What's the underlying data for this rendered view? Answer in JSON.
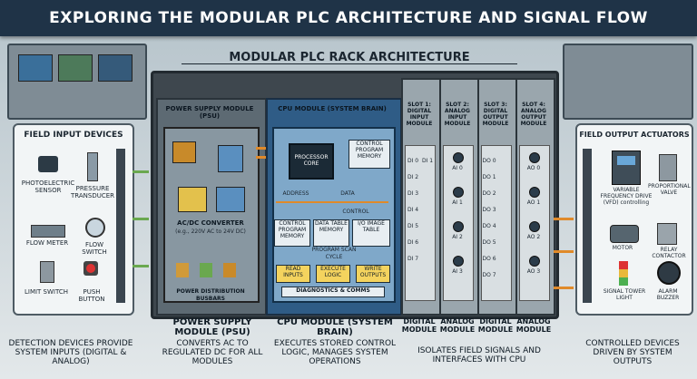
{
  "title": "EXPLORING THE MODULAR PLC ARCHITECTURE AND SIGNAL FLOW",
  "rack_title": "MODULAR PLC RACK ARCHITECTURE",
  "field_input": {
    "title": "FIELD INPUT DEVICES",
    "devices": [
      "PHOTOELECTRIC SENSOR",
      "PRESSURE TRANSDUCER",
      "FLOW METER",
      "FLOW SWITCH",
      "LIMIT SWITCH",
      "PUSH BUTTON"
    ],
    "caption": "DETECTION DEVICES PROVIDE SYSTEM INPUTS (DIGITAL & ANALOG)"
  },
  "field_output": {
    "title": "FIELD OUTPUT ACTUATORS",
    "devices": [
      "VARIABLE FREQUENCY DRIVE (VFD) controlling",
      "PROPORTIONAL VALVE",
      "MOTOR",
      "RELAY CONTACTOR",
      "SIGNAL TOWER LIGHT",
      "ALARM BUZZER"
    ],
    "caption": "CONTROLLED DEVICES DRIVEN BY SYSTEM OUTPUTS"
  },
  "psu": {
    "header": "POWER SUPPLY MODULE (PSU)",
    "converter": "AC/DC CONVERTER",
    "converter_note": "(e.g., 220V AC to 24V DC)",
    "busbar": "POWER DISTRIBUTION BUSBARS",
    "caption_title": "POWER SUPPLY MODULE (PSU)",
    "caption": "CONVERTS AC TO REGULATED DC FOR ALL MODULES"
  },
  "cpu": {
    "header": "CPU MODULE (SYSTEM BRAIN)",
    "processor": "PROCESSOR CORE",
    "memory": "CONTROL PROGRAM MEMORY",
    "address": "ADDRESS",
    "data": "DATA",
    "control": "CONTROL",
    "boxes": [
      "CONTROL PROGRAM MEMORY",
      "DATA TABLE MEMORY",
      "I/O IMAGE TABLE"
    ],
    "scan": "PROGRAM SCAN CYCLE",
    "scan_steps": [
      "READ INPUTS",
      "EXECUTE LOGIC",
      "WRITE OUTPUTS"
    ],
    "diag": "DIAGNOSTICS & COMMS",
    "caption_title": "CPU MODULE (SYSTEM BRAIN)",
    "caption": "EXECUTES STORED CONTROL LOGIC, MANAGES SYSTEM OPERATIONS"
  },
  "slots": [
    {
      "header": "SLOT 1: DIGITAL INPUT MODULE",
      "foot": "DIGITAL MODULE",
      "channels": [
        "DI 0",
        "DI 1",
        "DI 2",
        "DI 3",
        "DI 4",
        "DI 5",
        "DI 6",
        "DI 7"
      ]
    },
    {
      "header": "SLOT 2: ANALOG INPUT MODULE",
      "foot": "ANALOG MODULE",
      "channels": [
        "AI 0",
        "AI 1",
        "AI 2",
        "AI 3"
      ]
    },
    {
      "header": "SLOT 3: DIGITAL OUTPUT MODULE",
      "foot": "DIGITAL MODULE",
      "channels": [
        "DO 0",
        "DO 1",
        "DO 2",
        "DO 3",
        "DO 4",
        "DO 5",
        "DO 6",
        "DO 7"
      ]
    },
    {
      "header": "SLOT 4: ANALOG OUTPUT MODULE",
      "foot": "ANALOG MODULE",
      "channels": [
        "AO 0",
        "AO 1",
        "AO 2",
        "AO 3"
      ]
    }
  ],
  "io_caption": "ISOLATES FIELD SIGNALS AND INTERFACES WITH CPU"
}
